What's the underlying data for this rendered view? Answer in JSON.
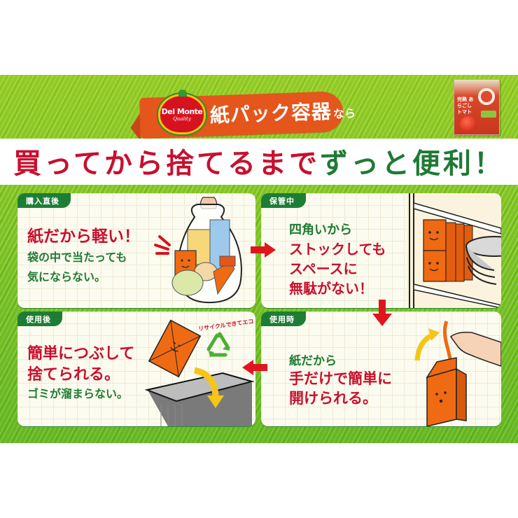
{
  "header": {
    "brand_logo": {
      "name": "Del Monte",
      "sub": "Quality"
    },
    "ribbon_main": "紙パック容器",
    "ribbon_suffix": "なら",
    "title_red": "買ってから捨てるまで",
    "title_green": "ずっと便利！",
    "product_label": "完熟 あらごし トマト"
  },
  "panels": [
    {
      "tag": "購入直後",
      "lines": [
        {
          "text": "紙だから軽い！",
          "color": "red"
        },
        {
          "text": "袋の中で当たっても",
          "color": "green"
        },
        {
          "text": "気にならない。",
          "color": "green"
        }
      ],
      "illustration": "shopping-bag-with-groceries"
    },
    {
      "tag": "保管中",
      "lines": [
        {
          "text": "四角いから",
          "color": "green"
        },
        {
          "text": "ストックしても",
          "color": "red"
        },
        {
          "text": "スペースに",
          "color": "red"
        },
        {
          "text": "無駄がない！",
          "color": "red"
        }
      ],
      "illustration": "stacked-cartons-on-shelf"
    },
    {
      "tag": "使用後",
      "lines": [
        {
          "text": "簡単につぶして",
          "color": "red"
        },
        {
          "text": "捨てられる。",
          "color": "red"
        },
        {
          "text": "ゴミが溜まらない。",
          "color": "green"
        }
      ],
      "badge": "リサイクルできてエコ",
      "illustration": "carton-into-trash-bin"
    },
    {
      "tag": "使用時",
      "lines": [
        {
          "text": "紙だから",
          "color": "green"
        },
        {
          "text": "手だけで簡単に",
          "color": "red"
        },
        {
          "text": "開けられる。",
          "color": "red"
        }
      ],
      "illustration": "hand-opening-carton"
    }
  ],
  "colors": {
    "accent_red": "#c8102e",
    "accent_green": "#1f7a34",
    "ribbon_orange": "#e4561c",
    "carton_orange": "#ef6a12",
    "background_green": "#7cc21e",
    "panel_bg": "#fcfbef"
  }
}
